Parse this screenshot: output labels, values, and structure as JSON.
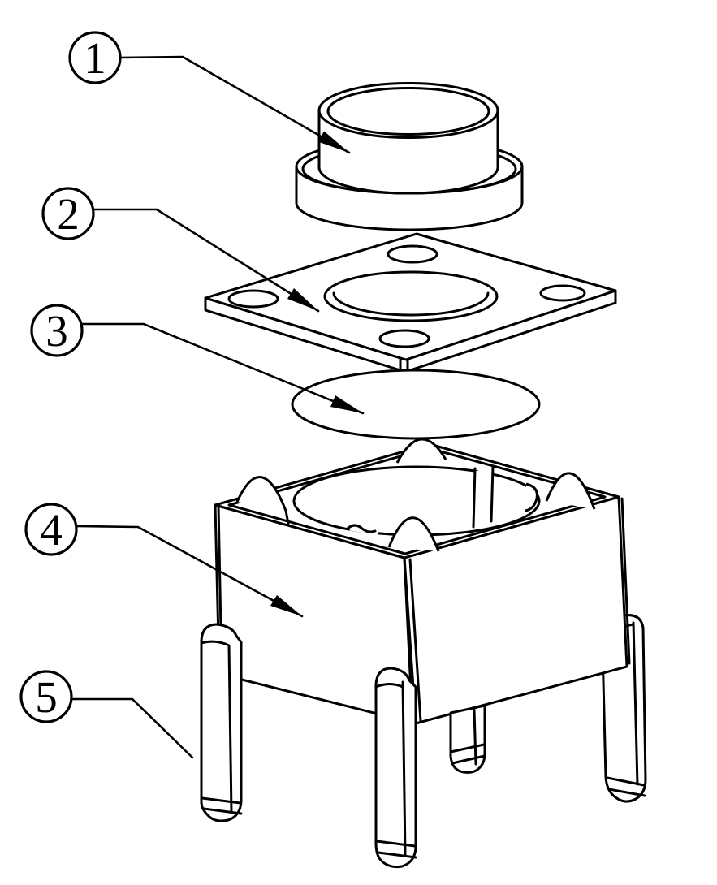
{
  "figure": {
    "background_color": "#ffffff",
    "line_color": "#000000",
    "callouts": [
      {
        "label": "1",
        "part": "button-cap"
      },
      {
        "label": "2",
        "part": "cover-plate"
      },
      {
        "label": "3",
        "part": "dome-disc"
      },
      {
        "label": "4",
        "part": "base-housing"
      },
      {
        "label": "5",
        "part": "terminal-pins"
      }
    ]
  }
}
